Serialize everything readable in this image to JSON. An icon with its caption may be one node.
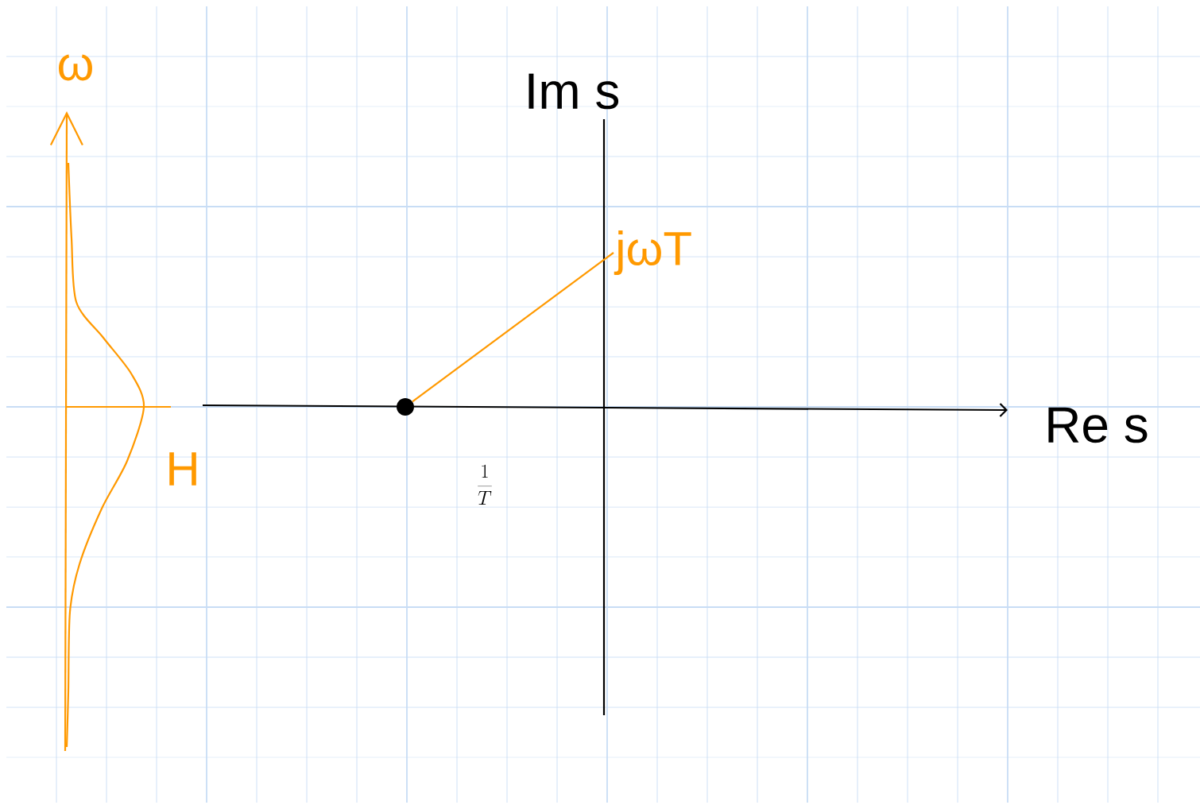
{
  "diagram": {
    "nodes": [
      {
        "text": [
          "jωT"
        ]
      },
      {
        "text": [],
        "shape": "circle"
      }
    ],
    "edges": [
      {
        "from": 0,
        "to": 1,
        "arrow": "none",
        "color": "#ff9900"
      }
    ],
    "labels": [
      "ω",
      "Im s",
      "H",
      "Re s",
      "\\frac{1}{T}"
    ]
  }
}
